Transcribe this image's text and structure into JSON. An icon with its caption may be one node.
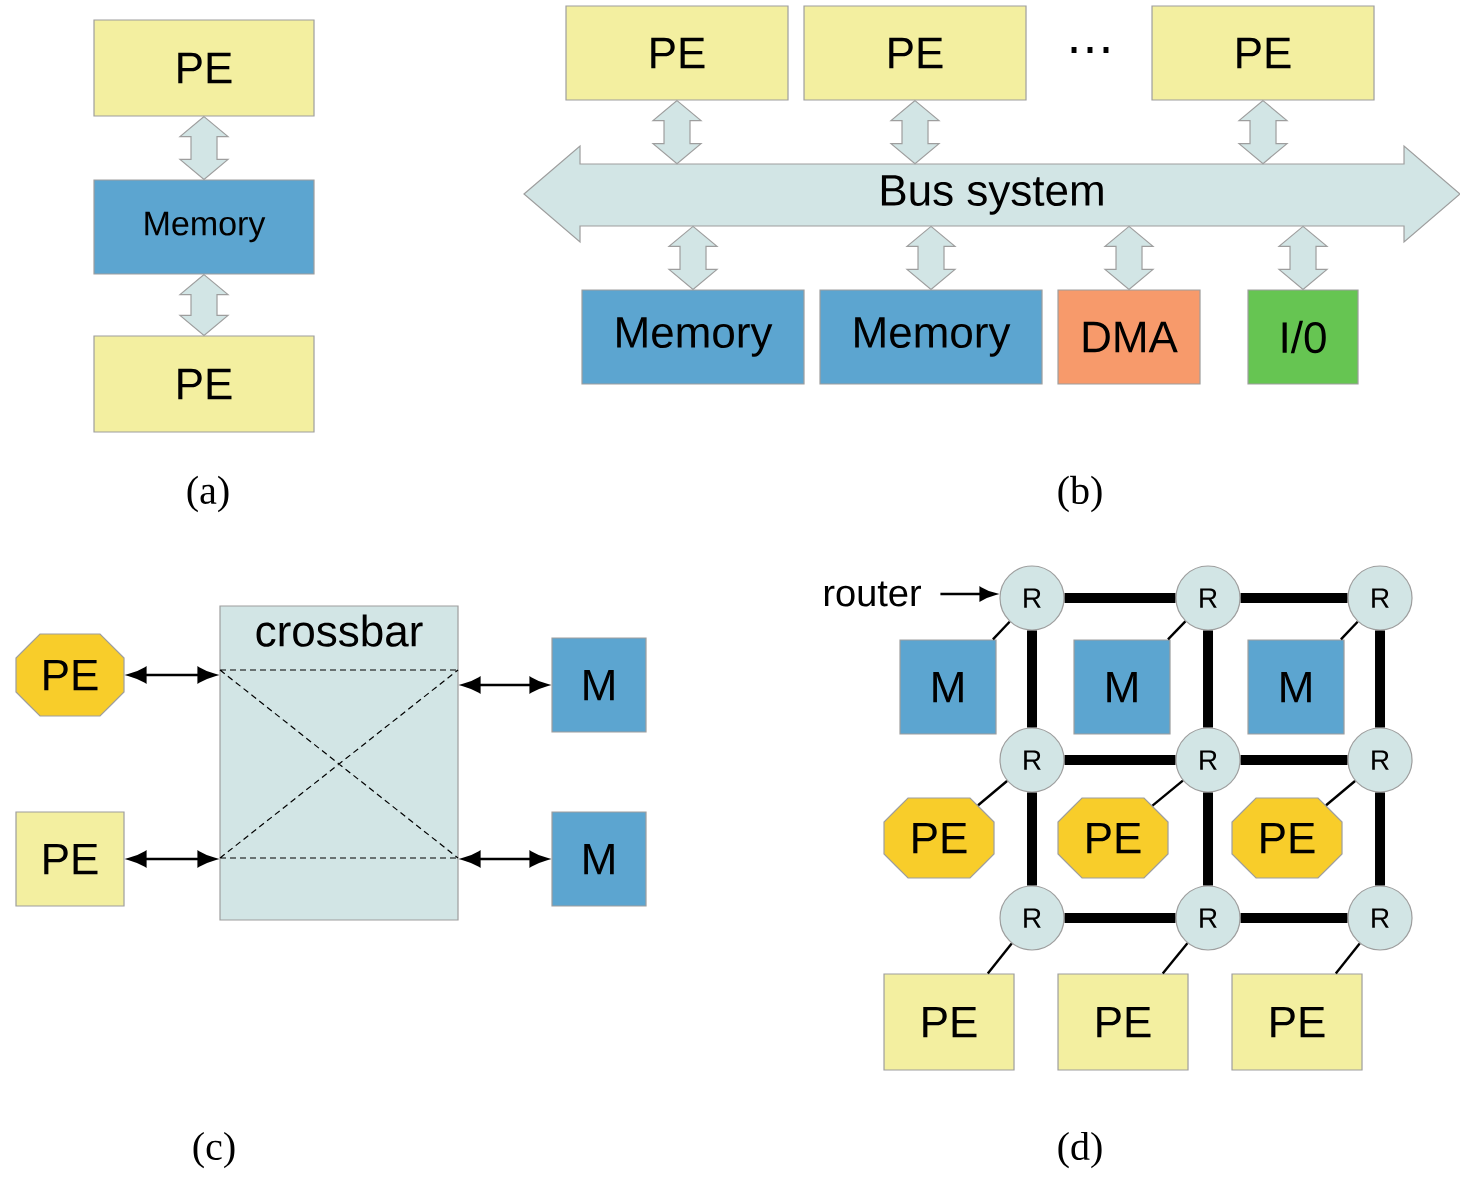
{
  "diagram": {
    "nodes": [
      {
        "text": [
          "PE"
        ]
      },
      {
        "text": [
          "Memory"
        ]
      },
      {
        "text": [
          "PE"
        ]
      },
      {
        "text": [
          "PE"
        ]
      },
      {
        "text": [
          "PE"
        ]
      },
      {
        "text": [
          "PE"
        ]
      },
      {
        "text": [
          "Bus system"
        ]
      },
      {
        "text": [
          "Memory"
        ]
      },
      {
        "text": [
          "Memory"
        ]
      },
      {
        "text": [
          "DMA"
        ]
      },
      {
        "text": [
          "I/0"
        ]
      },
      {
        "text": [
          "crossbar"
        ]
      },
      {
        "text": [
          "PE"
        ]
      },
      {
        "text": [
          "PE"
        ]
      },
      {
        "text": [
          "M"
        ]
      },
      {
        "text": [
          "M"
        ]
      },
      {
        "text": [
          "router"
        ]
      },
      {
        "text": [
          "R"
        ]
      },
      {
        "text": [
          "R"
        ]
      },
      {
        "text": [
          "R"
        ]
      },
      {
        "text": [
          "M"
        ]
      },
      {
        "text": [
          "M"
        ]
      },
      {
        "text": [
          "M"
        ]
      },
      {
        "text": [
          "R"
        ]
      },
      {
        "text": [
          "R"
        ]
      },
      {
        "text": [
          "R"
        ]
      },
      {
        "text": [
          "PE"
        ]
      },
      {
        "text": [
          "PE"
        ]
      },
      {
        "text": [
          "PE"
        ]
      },
      {
        "text": [
          "R"
        ]
      },
      {
        "text": [
          "R"
        ]
      },
      {
        "text": [
          "R"
        ]
      },
      {
        "text": [
          "PE"
        ]
      },
      {
        "text": [
          "PE"
        ]
      },
      {
        "text": [
          "PE"
        ]
      }
    ],
    "edges": [
      {
        "from": 0,
        "to": 1,
        "arrow": "both",
        "color": "#d2e5e5"
      },
      {
        "from": 1,
        "to": 2,
        "arrow": "both",
        "color": "#d2e5e5"
      },
      {
        "from": 3,
        "to": 6,
        "arrow": "both",
        "color": "#d2e5e5"
      },
      {
        "from": 4,
        "to": 6,
        "arrow": "both",
        "color": "#d2e5e5"
      },
      {
        "from": 5,
        "to": 6,
        "arrow": "both",
        "color": "#d2e5e5"
      },
      {
        "from": 6,
        "to": 7,
        "arrow": "both",
        "color": "#d2e5e5"
      },
      {
        "from": 6,
        "to": 8,
        "arrow": "both",
        "color": "#d2e5e5"
      },
      {
        "from": 6,
        "to": 9,
        "arrow": "both",
        "color": "#d2e5e5"
      },
      {
        "from": 6,
        "to": 10,
        "arrow": "both",
        "color": "#d2e5e5"
      },
      {
        "from": 12,
        "to": 11,
        "arrow": "both"
      },
      {
        "from": 13,
        "to": 11,
        "arrow": "both"
      },
      {
        "from": 11,
        "to": 14,
        "arrow": "both"
      },
      {
        "from": 11,
        "to": 15,
        "arrow": "both"
      },
      {
        "from": 16,
        "to": 17,
        "arrow": "to"
      },
      {
        "from": 17,
        "to": 18,
        "arrow": "none",
        "style": "thick"
      },
      {
        "from": 18,
        "to": 19,
        "arrow": "none",
        "style": "thick"
      },
      {
        "from": 23,
        "to": 24,
        "arrow": "none",
        "style": "thick"
      },
      {
        "from": 24,
        "to": 25,
        "arrow": "none",
        "style": "thick"
      },
      {
        "from": 29,
        "to": 30,
        "arrow": "none",
        "style": "thick"
      },
      {
        "from": 30,
        "to": 31,
        "arrow": "none",
        "style": "thick"
      },
      {
        "from": 17,
        "to": 23,
        "arrow": "none",
        "style": "thick"
      },
      {
        "from": 23,
        "to": 29,
        "arrow": "none",
        "style": "thick"
      },
      {
        "from": 18,
        "to": 24,
        "arrow": "none",
        "style": "thick"
      },
      {
        "from": 24,
        "to": 30,
        "arrow": "none",
        "style": "thick"
      },
      {
        "from": 19,
        "to": 25,
        "arrow": "none",
        "style": "thick"
      },
      {
        "from": 25,
        "to": 31,
        "arrow": "none",
        "style": "thick"
      },
      {
        "from": 20,
        "to": 17,
        "arrow": "none"
      },
      {
        "from": 21,
        "to": 18,
        "arrow": "none"
      },
      {
        "from": 22,
        "to": 19,
        "arrow": "none"
      },
      {
        "from": 26,
        "to": 23,
        "arrow": "none"
      },
      {
        "from": 27,
        "to": 24,
        "arrow": "none"
      },
      {
        "from": 28,
        "to": 25,
        "arrow": "none"
      },
      {
        "from": 32,
        "to": 29,
        "arrow": "none"
      },
      {
        "from": 33,
        "to": 30,
        "arrow": "none"
      },
      {
        "from": 34,
        "to": 31,
        "arrow": "none"
      }
    ],
    "labels": [
      "⋯",
      "(a)",
      "(b)",
      "(c)",
      "(d)"
    ]
  }
}
